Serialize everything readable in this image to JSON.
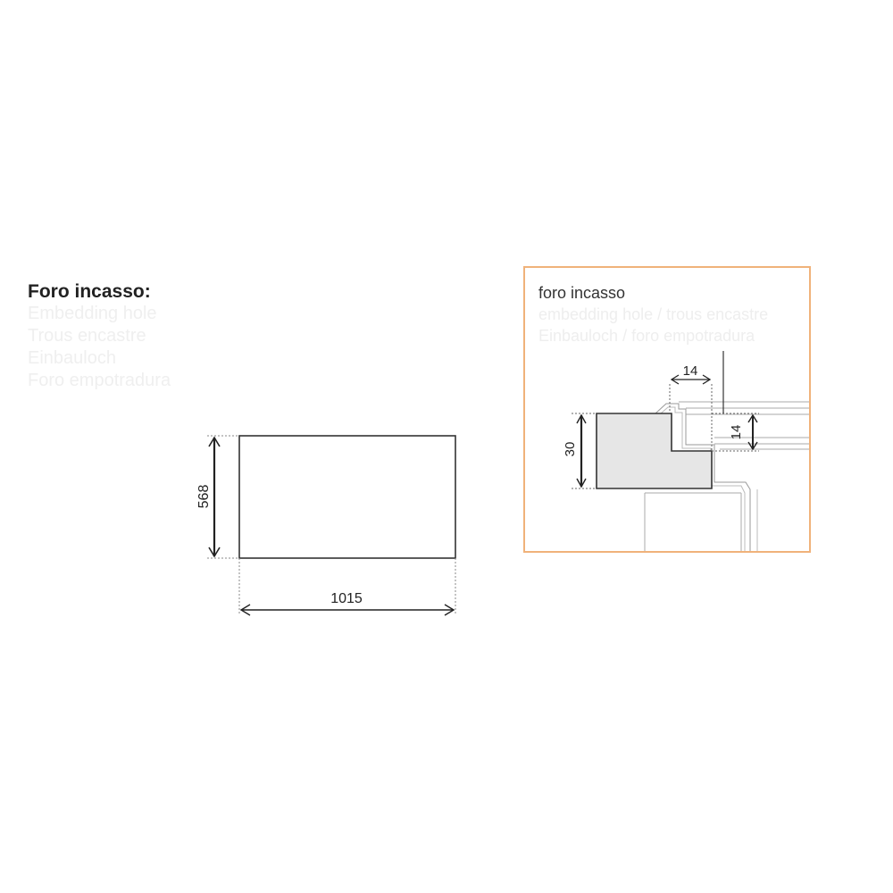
{
  "cutout": {
    "title": "Foro incasso:",
    "translations": [
      "Embedding hole",
      "Trous encastre",
      "Einbauloch",
      "Foro empotradura"
    ],
    "width_label": "1015",
    "height_label": "568"
  },
  "detail": {
    "title": "foro incasso",
    "translations": [
      "embedding hole / trous encastre",
      "Einbauloch / foro empotradura"
    ],
    "top_width_label": "14",
    "side_height_label": "14",
    "depth_label": "30",
    "frame_color": "#f0b27a",
    "fill_color": "#e6e6e6"
  }
}
